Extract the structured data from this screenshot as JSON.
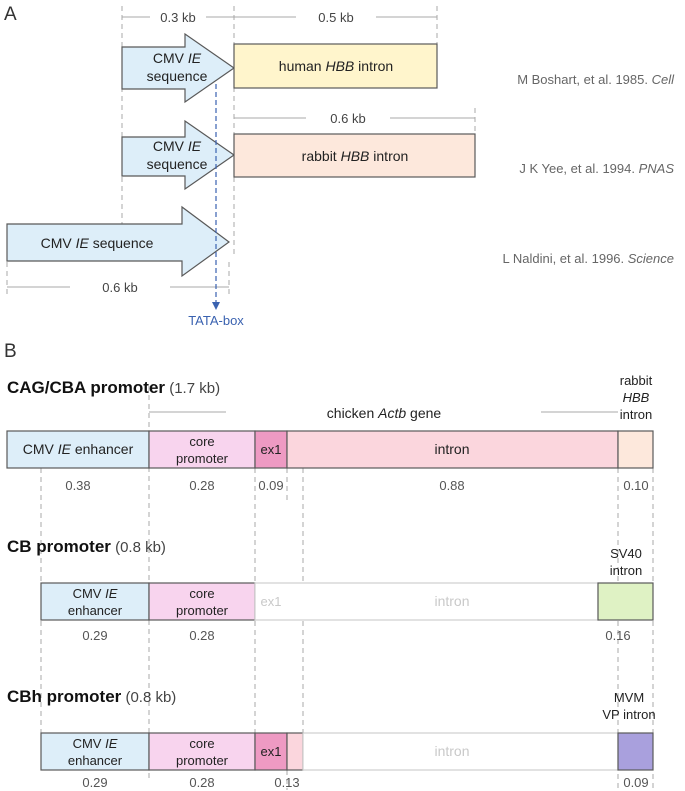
{
  "panels": {
    "a": "A",
    "b": "B"
  },
  "panel_a": {
    "dist_top_left": "0.3 kb",
    "dist_top_right": "0.5 kb",
    "dist_mid": "0.6 kb",
    "dist_bottom": "0.6 kb",
    "tata_box": "TATA-box",
    "row1": {
      "arrow_line1_a": "CMV ",
      "arrow_line1_b": "IE",
      "arrow_line2": "sequence",
      "intron_pre": "human ",
      "intron_gene": "HBB",
      "intron_post": " intron",
      "ref_text": "M Boshart, et al. 1985. ",
      "ref_journal": "Cell"
    },
    "row2": {
      "arrow_line1_a": "CMV ",
      "arrow_line1_b": "IE",
      "arrow_line2": "sequence",
      "intron_pre": "rabbit ",
      "intron_gene": "HBB",
      "intron_post": " intron",
      "ref_text": "J K Yee, et al. 1994. ",
      "ref_journal": "PNAS"
    },
    "row3": {
      "arrow_a": "CMV ",
      "arrow_b": "IE",
      "arrow_c": " sequence",
      "ref_text": "L Naldini, et al. 1996. ",
      "ref_journal": "Science"
    }
  },
  "panel_b": {
    "cag": {
      "title": "CAG/CBA promoter",
      "size": " (1.7 kb)",
      "gene_pre": "chicken ",
      "gene_name": "Actb",
      "gene_post": " gene",
      "rabbit_line1": "rabbit",
      "rabbit_line2": "HBB",
      "rabbit_line3": "intron",
      "enh_a": "CMV ",
      "enh_b": "IE",
      "enh_c": " enhancer",
      "core_line1": "core",
      "core_line2": "promoter",
      "ex1": "ex1",
      "intron": "intron",
      "values": [
        "0.38",
        "0.28",
        "0.09",
        "0.88",
        "0.10"
      ]
    },
    "cb": {
      "title": "CB promoter",
      "size": " (0.8 kb)",
      "sv40_line1": "SV40",
      "sv40_line2": "intron",
      "enh_line1_a": "CMV ",
      "enh_line1_b": "IE",
      "enh_line2": "enhancer",
      "core_line1": "core",
      "core_line2": "promoter",
      "ex1": "ex1",
      "intron": "intron",
      "values": [
        "0.29",
        "0.28",
        "0.16"
      ]
    },
    "cbh": {
      "title": "CBh promoter",
      "size": " (0.8 kb)",
      "mvm_line1": "MVM",
      "mvm_line2": "VP intron",
      "enh_line1_a": "CMV ",
      "enh_line1_b": "IE",
      "enh_line2": "enhancer",
      "core_line1": "core",
      "core_line2": "promoter",
      "ex1": "ex1",
      "intron": "intron",
      "values": [
        "0.29",
        "0.28",
        "0.13",
        "0.09"
      ]
    }
  },
  "colors": {
    "cmv_blue": "#ddeef9",
    "human_hbb": "#fff5cc",
    "rabbit_hbb": "#fde8dc",
    "core_pink": "#f8d4ee",
    "ex1_pink": "#ee9ac3",
    "intron_pink": "#fbd6dd",
    "sv40_green": "#dff2c4",
    "mvm_purple": "#a9a0dd",
    "tata_blue": "#3a62b0"
  }
}
